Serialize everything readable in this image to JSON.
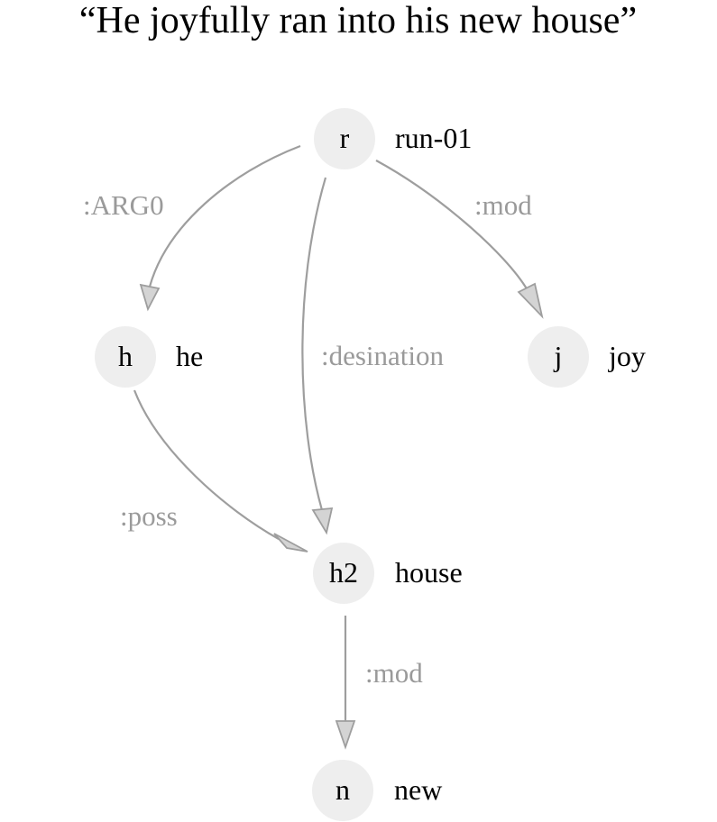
{
  "title": "“He joyfully ran into his new house”",
  "nodes": {
    "r": {
      "var": "r",
      "concept": "run-01"
    },
    "h": {
      "var": "h",
      "concept": "he"
    },
    "j": {
      "var": "j",
      "concept": "joy"
    },
    "h2": {
      "var": "h2",
      "concept": "house"
    },
    "n": {
      "var": "n",
      "concept": "new"
    }
  },
  "edges": {
    "r_h": {
      "from": "r",
      "to": "h",
      "label": ":ARG0"
    },
    "r_h2": {
      "from": "r",
      "to": "h2",
      "label": ":desination"
    },
    "r_j": {
      "from": "r",
      "to": "j",
      "label": ":mod"
    },
    "h_h2": {
      "from": "h",
      "to": "h2",
      "label": ":poss"
    },
    "h2_n": {
      "from": "h2",
      "to": "n",
      "label": ":mod"
    }
  },
  "colors": {
    "node_fill": "#eeeeee",
    "edge_stroke": "#9e9e9e",
    "arrow_fill": "#d4d4d4",
    "edge_label": "#9a9a9a",
    "text": "#000000"
  }
}
